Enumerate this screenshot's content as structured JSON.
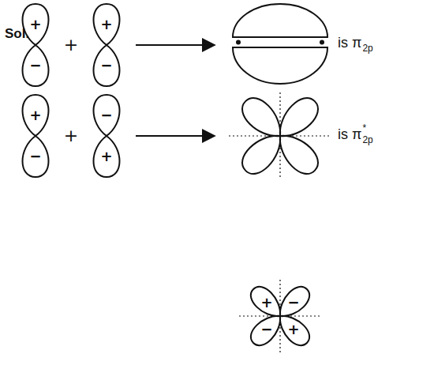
{
  "diagram": {
    "labels": [
      "Sol.",
      "+",
      "−",
      "+",
      "+",
      "−",
      "is π",
      "2p",
      "+",
      "−",
      "+",
      "−",
      "+",
      "is π",
      "*",
      "2p",
      "+",
      "−",
      "−",
      "+"
    ]
  }
}
